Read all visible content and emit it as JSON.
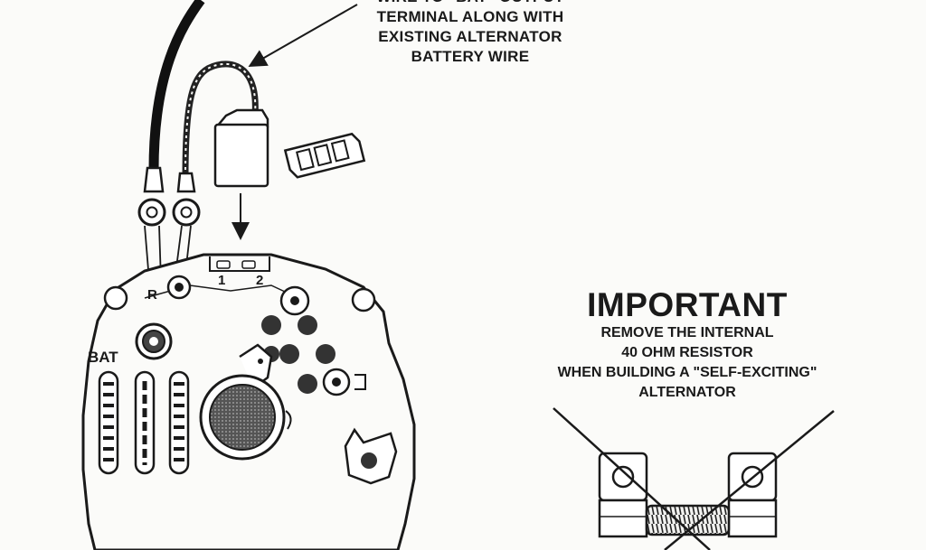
{
  "note": {
    "lines": [
      "WIRE TO \"BAT\" OUTPUT",
      "TERMINAL ALONG WITH",
      "EXISTING ALTERNATOR",
      "BATTERY WIRE"
    ]
  },
  "important": {
    "heading": "IMPORTANT",
    "lines": [
      "REMOVE THE INTERNAL",
      "40 OHM RESISTOR",
      "WHEN BUILDING A \"SELF-EXCITING\"",
      "ALTERNATOR"
    ]
  },
  "labels": {
    "terminal_r": "R",
    "terminal_bat": "BAT",
    "plug_pin_1": "1",
    "plug_pin_2": "2"
  },
  "colors": {
    "ink": "#1a1a1a",
    "paper": "#fbfbf9"
  }
}
